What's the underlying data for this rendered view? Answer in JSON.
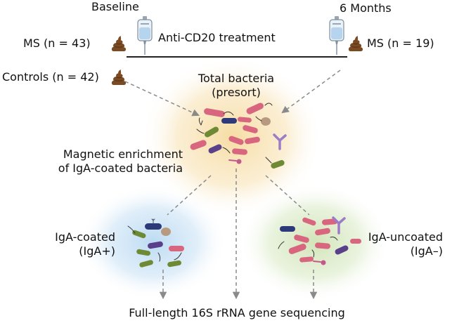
{
  "timepoints": {
    "baseline": "Baseline",
    "six_months": "6 Months"
  },
  "cohorts": {
    "ms_baseline": "MS (n = 43)",
    "ms_six_months": "MS (n = 19)",
    "controls": "Controls (n = 42)"
  },
  "treatment": "Anti-CD20 treatment",
  "presort": {
    "line1": "Total bacteria",
    "line2": "(presort)"
  },
  "enrichment": {
    "line1": "Magnetic enrichment",
    "line2": "of IgA-coated bacteria"
  },
  "coated": {
    "line1": "IgA-coated",
    "line2": "(IgA+)"
  },
  "uncoated": {
    "line1": "IgA-uncoated",
    "line2": "(IgA–)"
  },
  "sequencing": "Full-length 16S rRNA gene sequencing",
  "colors": {
    "presort_glow": "#f6dba0",
    "coated_glow": "#b9d9f2",
    "uncoated_glow": "#cfe3b4",
    "stool": "#7a4a22",
    "arrow": "#8a8a8a",
    "bacteria_pink": "#d8667e",
    "bacteria_navy": "#2d3a7a",
    "bacteria_green": "#6e8a34",
    "bacteria_purple": "#5a3f8a",
    "antibody": "#9b7cc6"
  },
  "icons": [
    "stool-icon",
    "iv-bag-icon",
    "bacteria-icon",
    "antibody-icon"
  ]
}
